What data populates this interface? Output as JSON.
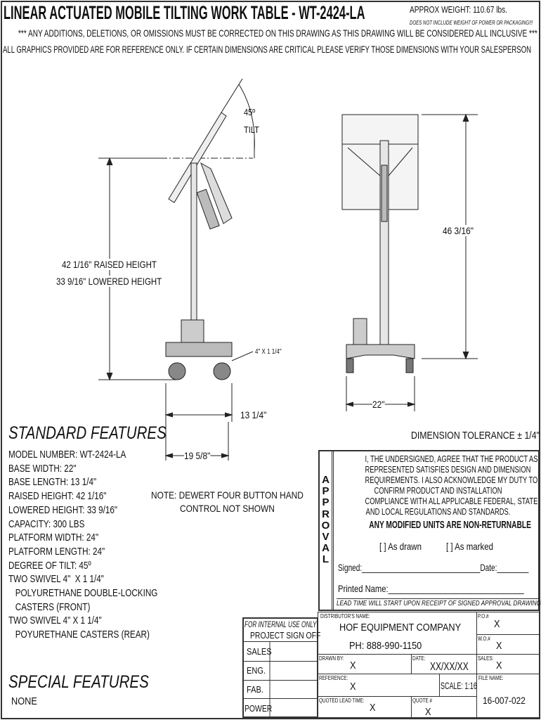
{
  "header": {
    "title": "LINEAR ACTUATED MOBILE TILTING WORK TABLE - WT-2424-LA",
    "weight": "APPROX WEIGHT: 110.67 lbs.",
    "weight_note": "DOES NOT INCLUDE WEIGHT OF POWER OR PACKAGING!!!",
    "notice1": "*** ANY ADDITIONS, DELETIONS, OR OMISSIONS MUST BE CORRECTED ON THIS DRAWING AS THIS DRAWING WILL BE CONSIDERED ALL INCLUSIVE ***",
    "notice2": "ALL GRAPHICS PROVIDED ARE FOR REFERENCE ONLY. IF CERTAIN DIMENSIONS ARE CRITICAL PLEASE VERIFY THOSE DIMENSIONS WITH YOUR SALESPERSON"
  },
  "drawing": {
    "tilt_angle": "45º",
    "tilt_label": "TILT",
    "raised_height": "42 1/16\" RAISED HEIGHT",
    "lowered_height": "33 9/16\" LOWERED HEIGHT",
    "caster_size": "4\" X 1 1/4\"",
    "base_length": "13 1/4\"",
    "overall_length": "19 5/8\"",
    "overall_height": "46 3/16\"",
    "base_width": "22\""
  },
  "standard_features": {
    "title": "STANDARD FEATURES",
    "items": [
      "MODEL NUMBER: WT-2424-LA",
      "BASE WIDTH: 22\"",
      "BASE LENGTH: 13 1/4\"",
      "RAISED HEIGHT: 42 1/16\"",
      "LOWERED HEIGHT: 33 9/16\"",
      "CAPACITY: 300 LBS",
      "PLATFORM WIDTH: 24\"",
      "PLATFORM LENGTH: 24\"",
      "DEGREE OF TILT: 45º",
      "TWO SWIVEL 4\"  X 1 1/4\"",
      "   POLYURETHANE DOUBLE-LOCKING",
      "   CASTERS (FRONT)",
      "TWO SWIVEL 4\" X 1 1/4\"",
      "   POYURETHANE CASTERS (REAR)"
    ]
  },
  "note": {
    "line1": "NOTE: DEWERT FOUR BUTTON HAND",
    "line2": "CONTROL NOT SHOWN"
  },
  "special_features": {
    "title": "SPECIAL FEATURES",
    "value": "NONE"
  },
  "tolerance": "DIMENSION TOLERANCE ± 1/4\"",
  "approval": {
    "side_label": [
      "A",
      "P",
      "P",
      "R",
      "O",
      "V",
      "A",
      "L"
    ],
    "text": [
      "I, THE UNDERSIGNED, AGREE THAT THE PRODUCT AS",
      "REPRESENTED SATISFIES DESIGN AND DIMENSION",
      "REQUIREMENTS.  I ALSO ACKNOWLEDGE MY DUTY TO",
      "CONFIRM PRODUCT AND INSTALLATION",
      "COMPLIANCE WITH ALL APPLICABLE FEDERAL, STATE",
      "AND LOCAL REGULATIONS AND STANDARDS."
    ],
    "warning": "ANY MODIFIED UNITS ARE NON-RETURNABLE",
    "as_drawn": "[   ] As drawn",
    "as_marked": "[   ] As marked",
    "signed": "Signed:______________________________Date:________",
    "printed_name": "Printed Name:_______________________________",
    "lead_time_note": "LEAD TIME WILL START UPON RECEIPT OF SIGNED APPROVAL DRAWING"
  },
  "signoff": {
    "title1": "FOR INTERNAL USE ONLY",
    "title2": "PROJECT SIGN OFF",
    "rows": [
      "SALES",
      "ENG.",
      "FAB.",
      "POWER"
    ]
  },
  "title_block": {
    "distributor_label": "DISTRIBUTOR'S NAME:",
    "distributor": "HOF EQUIPMENT COMPANY",
    "phone": "PH: 888-990-1150",
    "po_label": "P.O.#",
    "po": "X",
    "wo_label": "W.O.#",
    "wo": "X",
    "drawn_by_label": "DRAWN BY:",
    "drawn_by": "X",
    "date_label": "DATE:",
    "date": "XX/XX/XX",
    "sales_label": "SALES:",
    "sales": "X",
    "reference_label": "REFERENCE:",
    "reference": "X",
    "scale": "SCALE: 1:16",
    "file_name_label": "FILE NAME:",
    "file_name": "16-007-022",
    "lead_time_label": "QUOTED LEAD TIME:",
    "lead_time": "X",
    "quote_label": "QUOTE #",
    "quote": "X"
  }
}
